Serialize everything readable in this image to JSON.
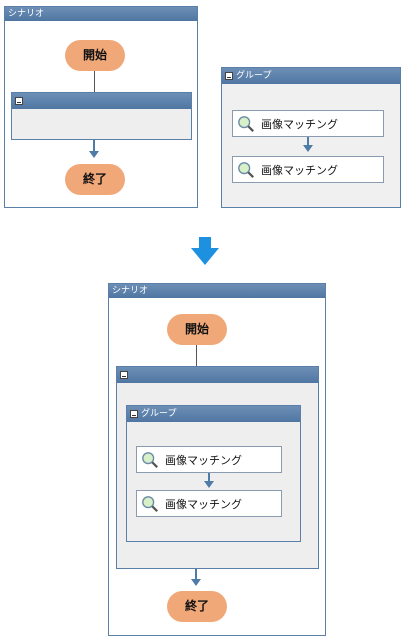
{
  "top_left_panel": {
    "title": "シナリオ",
    "start": "開始",
    "end": "終了",
    "inner_block_title": ""
  },
  "top_right_panel": {
    "title": "グループ",
    "actions": [
      "画像マッチング",
      "画像マッチング"
    ]
  },
  "bottom_panel": {
    "title": "シナリオ",
    "start": "開始",
    "end": "終了",
    "block_title": "",
    "group_title": "グループ",
    "actions": [
      "画像マッチング",
      "画像マッチング"
    ]
  },
  "colors": {
    "titlebar": "#5a7fa8",
    "terminal": "#f0a878",
    "connector": "#4f7ba8",
    "down_arrow": "#1e90e0"
  },
  "icons": {
    "action_icon": "magnifier-icon",
    "collapse_icon": "collapse-icon",
    "transform_arrow": "down-arrow-icon"
  }
}
